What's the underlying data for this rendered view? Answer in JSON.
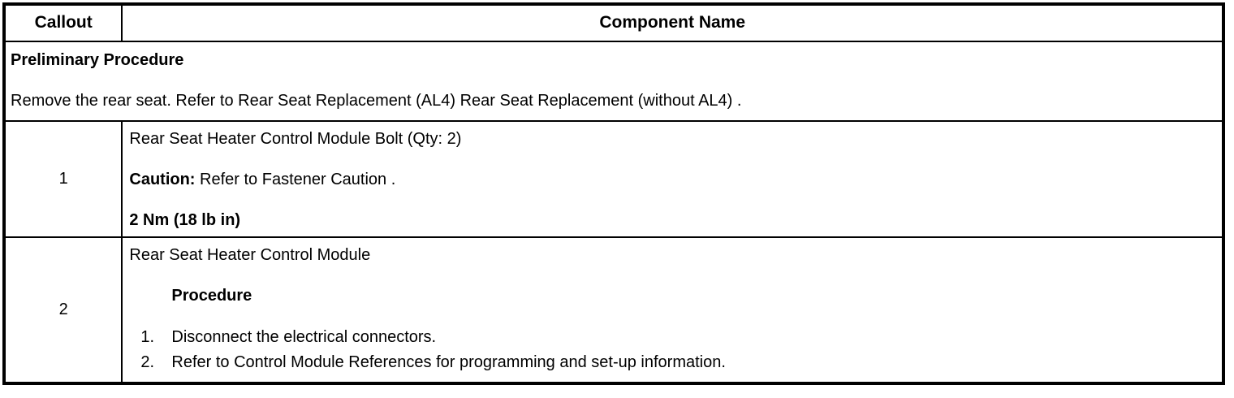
{
  "table": {
    "headers": {
      "callout": "Callout",
      "component_name": "Component Name"
    },
    "preliminary": {
      "title": "Preliminary Procedure",
      "body": "Remove the rear seat. Refer to Rear Seat Replacement (AL4) Rear Seat Replacement (without AL4) ."
    },
    "rows": [
      {
        "callout": "1",
        "component": "Rear Seat Heater Control Module Bolt (Qty: 2)",
        "caution_label": "Caution:",
        "caution_text": " Refer to Fastener Caution .",
        "torque": "2 Nm (18 lb in)"
      },
      {
        "callout": "2",
        "component": "Rear Seat Heater Control Module",
        "procedure_heading": "Procedure",
        "steps": [
          {
            "num": "1.",
            "text": "Disconnect the electrical connectors."
          },
          {
            "num": "2.",
            "text": "Refer to Control Module References for programming and set-up information."
          }
        ]
      }
    ]
  },
  "colors": {
    "border": "#000000",
    "text": "#000000",
    "background": "#ffffff"
  }
}
